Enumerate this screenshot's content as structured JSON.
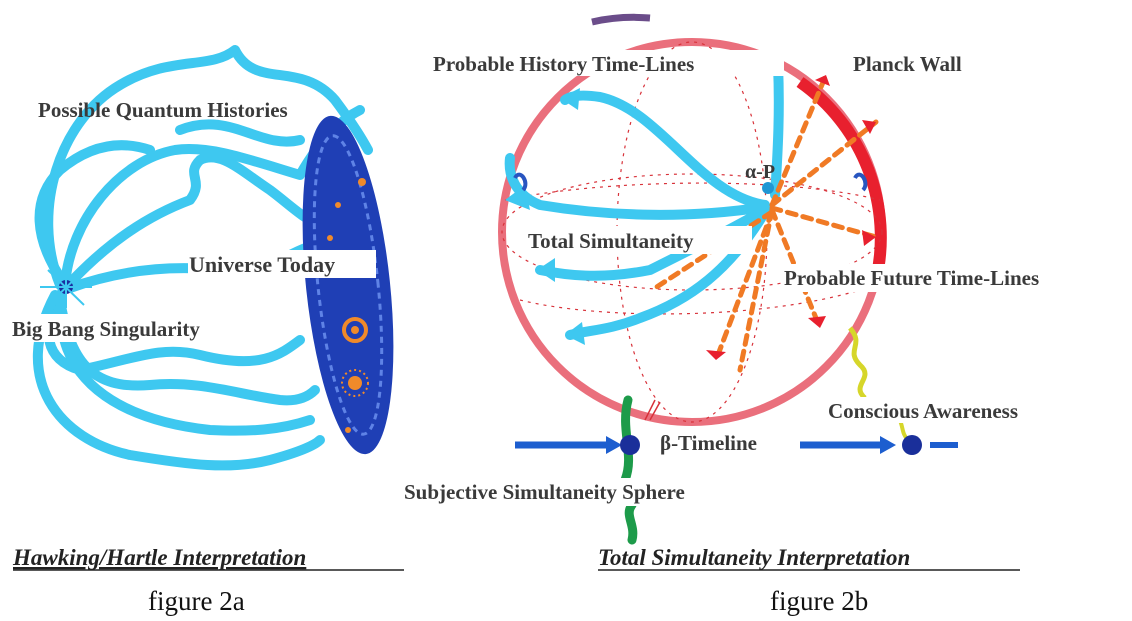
{
  "left_panel": {
    "label_histories": "Possible Quantum Histories",
    "label_universe": "Universe Today",
    "label_singularity": "Big Bang Singularity",
    "caption": "Hawking/Hartle Interpretation",
    "figure": "figure 2a"
  },
  "right_panel": {
    "label_history_lines": "Probable History Time-Lines",
    "label_planck": "Planck Wall",
    "label_alpha": "α-P",
    "label_total": "Total Simultaneity",
    "label_future": "Probable Future Time-Lines",
    "label_conscious": "Conscious Awareness",
    "label_beta": "β-Timeline",
    "label_sphere": "Subjective Simultaneity Sphere",
    "caption": "Total Simultaneity Interpretation",
    "figure": "figure 2b"
  },
  "colors": {
    "timeline_cyan": "#3ec8f0",
    "sphere_pink": "#ea6f7c",
    "planck_red": "#e8202e",
    "future_orange": "#f07a25",
    "universe_blue": "#1f3fb5",
    "awareness_yellow": "#d6d62a",
    "sphere_green": "#1d9b4a"
  }
}
